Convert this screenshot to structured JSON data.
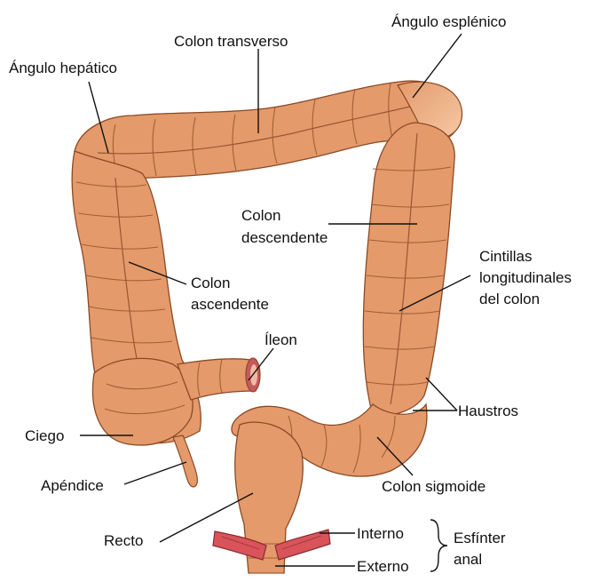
{
  "labels": {
    "colon_transverso": "Colon transverso",
    "angulo_esplenico": "Ángulo esplénico",
    "angulo_hepatico": "Ángulo hepático",
    "colon_descendente_1": "Colon",
    "colon_descendente_2": "descendente",
    "cintillas_1": "Cintillas",
    "cintillas_2": "longitudinales",
    "cintillas_3": "del colon",
    "colon_ascendente_1": "Colon",
    "colon_ascendente_2": "ascendente",
    "ileon": "Íleon",
    "haustros": "Haustros",
    "ciego": "Ciego",
    "apendice": "Apéndice",
    "colon_sigmoide": "Colon sigmoide",
    "recto": "Recto",
    "interno": "Interno",
    "externo": "Externo",
    "esfinter": "Esfínter",
    "anal": "anal"
  },
  "colors": {
    "colon": "#E49A6B",
    "colon_outline": "#8A4A25",
    "sphincter": "#D9545A",
    "ileum_lumen": "#C45A5E"
  }
}
